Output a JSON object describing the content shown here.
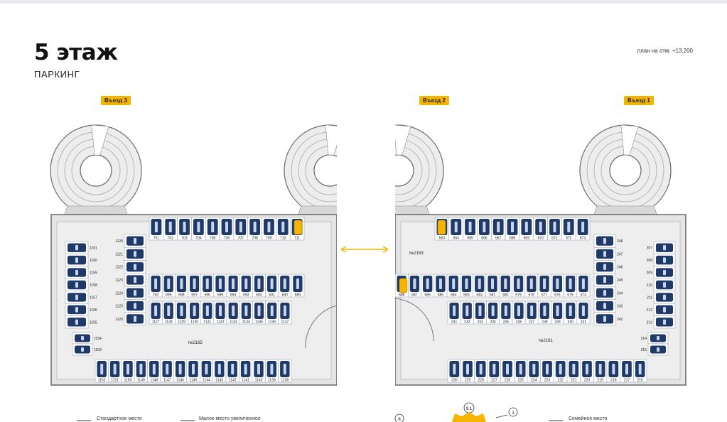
{
  "header": {
    "floor_title": "5 этаж",
    "subtitle": "ПАРКИНГ",
    "level_note": "план на отм. +13,200"
  },
  "entrances": [
    {
      "label": "Въезд 3"
    },
    {
      "label": "Въезд 2"
    },
    {
      "label": "Въезд 1"
    }
  ],
  "zones": {
    "left_hall": "№2165",
    "left_center": "№2163",
    "right_hall": "№2161"
  },
  "left_block": {
    "side_column": [
      "1161",
      "1160",
      "1159",
      "1158",
      "1157",
      "1156",
      "1155"
    ],
    "side_inner": [
      "1120",
      "1121",
      "1122",
      "1123",
      "1124",
      "1125",
      "1126"
    ],
    "corner": [
      "1154",
      "1153"
    ],
    "top_row": [
      "701",
      "702",
      "703",
      "704",
      "705",
      "706",
      "707",
      "708",
      "709",
      "710",
      "711"
    ],
    "mid_row": [
      "700",
      "699",
      "698",
      "697",
      "696",
      "695",
      "694",
      "693",
      "692",
      "691",
      "690",
      "689"
    ],
    "lower_row": [
      "1127",
      "1128",
      "1129",
      "1130",
      "1131",
      "1132",
      "1133",
      "1134",
      "1135",
      "1136",
      "1137"
    ],
    "bottom_row": [
      "1152",
      "1151",
      "1150",
      "1149",
      "1148",
      "1147",
      "1146",
      "1145",
      "1144",
      "1143",
      "1142",
      "1141",
      "1140",
      "1139",
      "1138"
    ]
  },
  "right_block": {
    "top_row": [
      "663",
      "664",
      "665",
      "666",
      "667",
      "668",
      "669",
      "670",
      "671",
      "672",
      "673"
    ],
    "mid_row": [
      "688",
      "687",
      "686",
      "685",
      "684",
      "683",
      "682",
      "681",
      "680",
      "679",
      "678",
      "677",
      "676",
      "675",
      "674"
    ],
    "lower_row": [
      "231",
      "232",
      "233",
      "234",
      "235",
      "236",
      "237",
      "238",
      "239",
      "240",
      "241"
    ],
    "bottom_row": [
      "230",
      "229",
      "228",
      "227",
      "226",
      "225",
      "224",
      "223",
      "222",
      "221",
      "220",
      "219",
      "218",
      "217",
      "216"
    ],
    "side_inner": [
      "248",
      "247",
      "246",
      "245",
      "244",
      "243",
      "242"
    ],
    "side_column": [
      "207",
      "208",
      "209",
      "210",
      "211",
      "212",
      "213"
    ],
    "corner": [
      "214",
      "215"
    ]
  },
  "legend": {
    "standard": "Стандартное место",
    "small": "Малое место увеличенное",
    "family": "Семейное место",
    "marker_a": "6",
    "marker_b": "9.1",
    "marker_c": "1"
  },
  "colors": {
    "accent": "#f5b400",
    "car_blue": "#1f3a68",
    "floor_gray": "#e4e4e4",
    "wall": "#555555"
  }
}
